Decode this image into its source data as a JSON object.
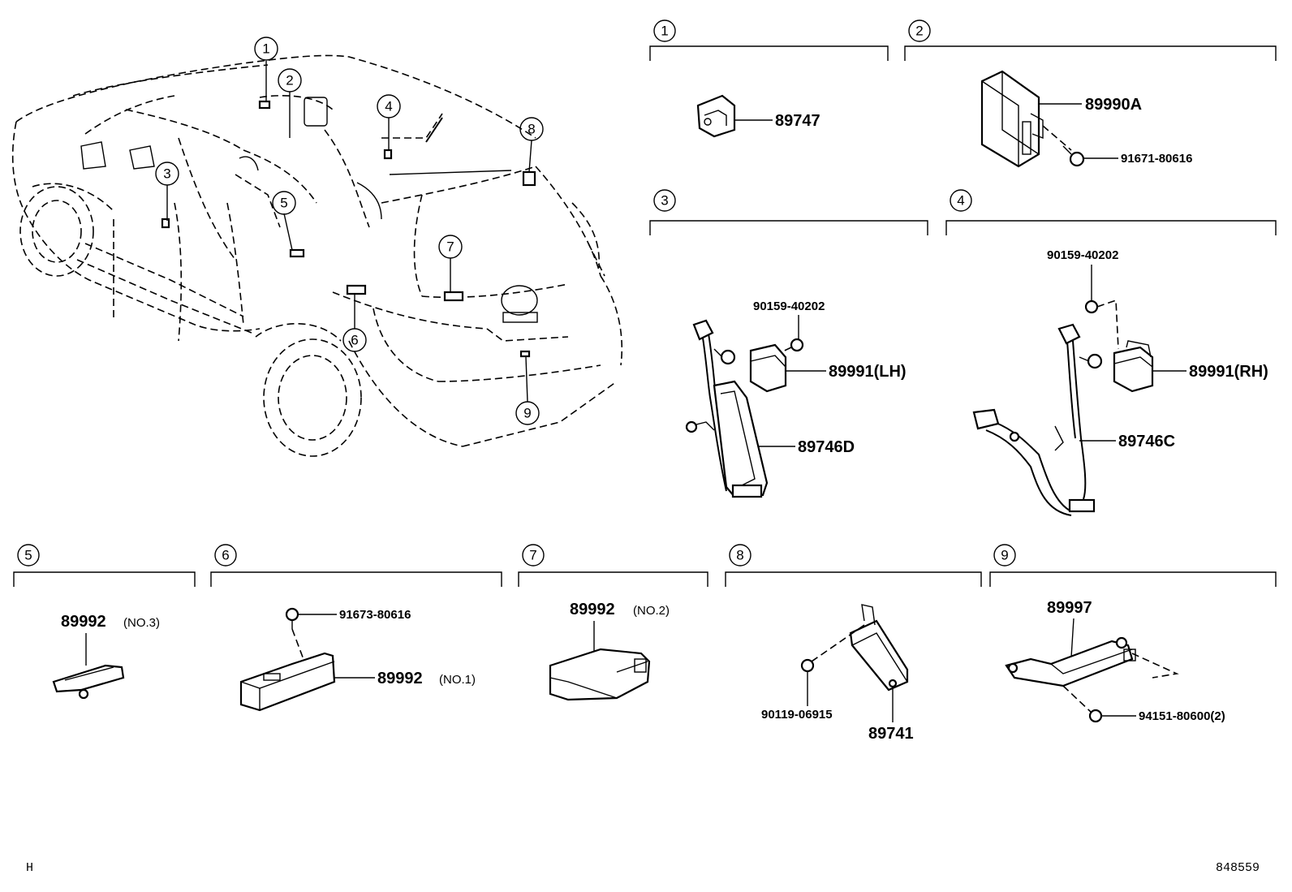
{
  "callouts": [
    "1",
    "2",
    "3",
    "4",
    "5",
    "6",
    "7",
    "8",
    "9"
  ],
  "sections": {
    "s1": {
      "num": "1",
      "parts": {
        "sensor": "89747"
      }
    },
    "s2": {
      "num": "2",
      "parts": {
        "ecu": "89990A",
        "bolt": "91671-80616"
      }
    },
    "s3": {
      "num": "3",
      "parts": {
        "bolt": "90159-40202",
        "ecu": "89991(LH)",
        "harness": "89746D"
      }
    },
    "s4": {
      "num": "4",
      "parts": {
        "bolt": "90159-40202",
        "ecu": "89991(RH)",
        "harness": "89746C"
      }
    },
    "s5": {
      "num": "5",
      "parts": {
        "antenna": "89992",
        "antenna_note": "(NO.3)"
      }
    },
    "s6": {
      "num": "6",
      "parts": {
        "bolt": "91673-80616",
        "antenna": "89992",
        "antenna_note": "(NO.1)"
      }
    },
    "s7": {
      "num": "7",
      "parts": {
        "antenna": "89992",
        "antenna_note": "(NO.2)"
      }
    },
    "s8": {
      "num": "8",
      "parts": {
        "bolt": "90119-06915",
        "actuator": "89741"
      }
    },
    "s9": {
      "num": "9",
      "parts": {
        "antenna": "89997",
        "nut": "94151-80600(2)"
      }
    }
  },
  "footer": {
    "left": "H",
    "right": "848559"
  }
}
